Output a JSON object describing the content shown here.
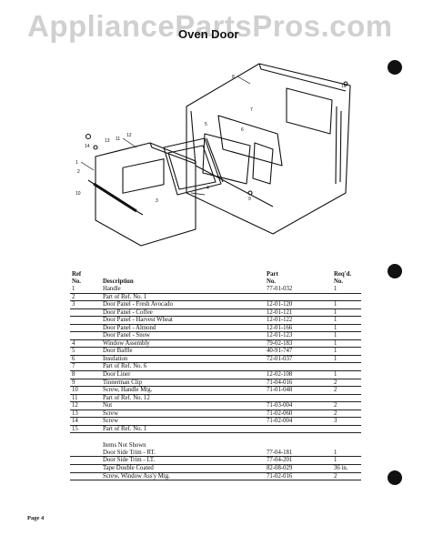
{
  "watermark": "AppliancePartsPros.com",
  "title": "Oven Door",
  "diagram_callouts": [
    "1",
    "2",
    "3",
    "4",
    "5",
    "6",
    "7",
    "8",
    "9",
    "10",
    "11",
    "12",
    "13",
    "14",
    "15"
  ],
  "table": {
    "headers": {
      "ref": "Ref\nNo.",
      "description": "Description",
      "part": "Part\nNo.",
      "qty": "Req'd.\nNo."
    },
    "rows": [
      {
        "ref": "1",
        "description": "Handle",
        "part": "77-01-032",
        "qty": "1"
      },
      {
        "ref": "2",
        "description": "Part of Ref. No. 1",
        "part": "",
        "qty": ""
      },
      {
        "ref": "3",
        "description": "Door Panel - Fresh Avocado",
        "part": "12-01-120",
        "qty": "1"
      },
      {
        "ref": "",
        "description": "Door Panel - Coffee",
        "part": "12-01-121",
        "qty": "1"
      },
      {
        "ref": "",
        "description": "Door Panel - Harvest Wheat",
        "part": "12-01-122",
        "qty": "1"
      },
      {
        "ref": "",
        "description": "Door Panel - Almond",
        "part": "12-01-166",
        "qty": "1"
      },
      {
        "ref": "",
        "description": "Door Panel - Snow",
        "part": "12-01-123",
        "qty": "1"
      },
      {
        "ref": "4",
        "description": "Window Assembly",
        "part": "79-02-183",
        "qty": "1"
      },
      {
        "ref": "5",
        "description": "Door Baffle",
        "part": "40-91-747",
        "qty": "1"
      },
      {
        "ref": "6",
        "description": "Insulation",
        "part": "72-01-037",
        "qty": "1"
      },
      {
        "ref": "7",
        "description": "Part of Ref. No. 6",
        "part": "",
        "qty": ""
      },
      {
        "ref": "8",
        "description": "Door Liner",
        "part": "12-02-108",
        "qty": "1"
      },
      {
        "ref": "9",
        "description": "Tinnerman Clip",
        "part": "71-04-016",
        "qty": "2"
      },
      {
        "ref": "10",
        "description": "Screw, Handle Mtg.",
        "part": "71-01-048",
        "qty": "2"
      },
      {
        "ref": "11",
        "description": "Part of Ref. No. 12",
        "part": "",
        "qty": ""
      },
      {
        "ref": "12",
        "description": "Nut",
        "part": "71-03-004",
        "qty": "2"
      },
      {
        "ref": "13",
        "description": "Screw",
        "part": "71-02-060",
        "qty": "2"
      },
      {
        "ref": "14",
        "description": "Screw",
        "part": "71-02-004",
        "qty": "3"
      },
      {
        "ref": "15",
        "description": "Part of Ref. No. 1",
        "part": "",
        "qty": ""
      }
    ],
    "not_shown_title": "Items Not Shown",
    "not_shown_rows": [
      {
        "description": "Door Side Trim - RT.",
        "part": "77-04-181",
        "qty": "1"
      },
      {
        "description": "Door Side Trim - LT.",
        "part": "77-04-201",
        "qty": "1"
      },
      {
        "description": "Tape Double Coated",
        "part": "82-08-029",
        "qty": "36 in."
      },
      {
        "description": "Screw, Window Ass'y Mtg.",
        "part": "71-02-016",
        "qty": "2"
      }
    ]
  },
  "footer": "Page 4"
}
